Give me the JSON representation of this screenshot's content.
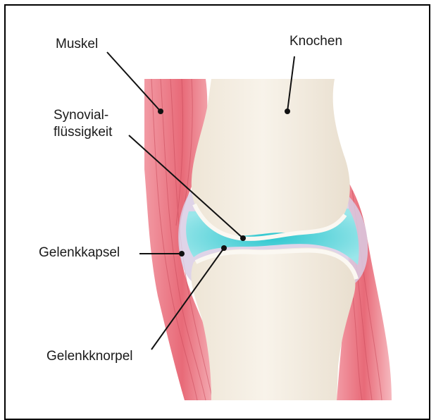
{
  "diagram": {
    "labels": {
      "muskel": "Muskel",
      "knochen": "Knochen",
      "synovial_line1": "Synovial-",
      "synovial_line2": "flüssigkeit",
      "gelenkkapsel": "Gelenkkapsel",
      "gelenkknorpel": "Gelenkknorpel"
    },
    "colors": {
      "bone": "#f3ece0",
      "bone_shade": "#e6dccb",
      "cartilage": "#f7f2ea",
      "synovial_fluid": "#5fd6dc",
      "capsule": "#d9cde4",
      "muscle": "#e8707c",
      "muscle_light": "#f4aab2",
      "leader_line": "#111111"
    }
  }
}
